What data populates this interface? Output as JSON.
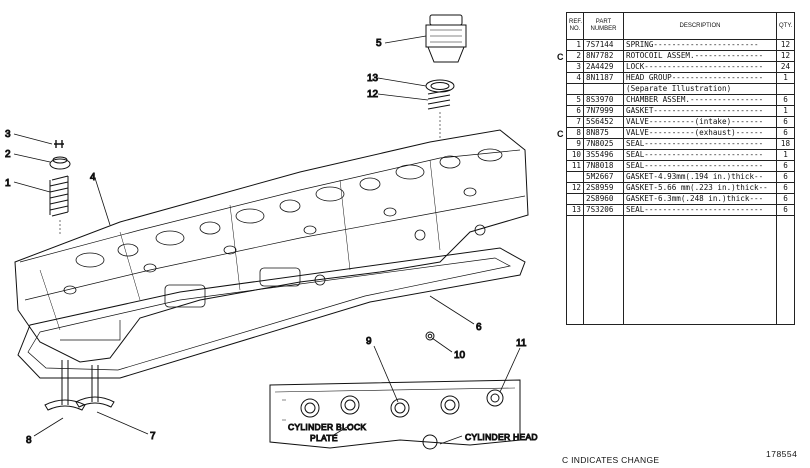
{
  "callouts": [
    "1",
    "2",
    "3",
    "4",
    "5",
    "6",
    "7",
    "8",
    "9",
    "10",
    "11",
    "12",
    "13"
  ],
  "captions": {
    "block_plate_line1": "CYLINDER BLOCK",
    "block_plate_line2": "PLATE",
    "cylinder_head": "CYLINDER HEAD"
  },
  "table": {
    "headers": {
      "ref_no_line1": "REF.",
      "ref_no_line2": "NO.",
      "part_line1": "PART",
      "part_line2": "NUMBER",
      "description": "DESCRIPTION",
      "qty": "QTY."
    },
    "rows": [
      {
        "ref": "1",
        "part": "7S7144",
        "desc": "SPRING-----------------------",
        "qty": "12"
      },
      {
        "ref": "2",
        "part": "8N7782",
        "desc": "ROTOCOIL ASSEM.---------------",
        "qty": "12"
      },
      {
        "ref": "3",
        "part": "2A4429",
        "desc": "LOCK--------------------------",
        "qty": "24"
      },
      {
        "ref": "4",
        "part": "8N1187",
        "desc": "HEAD GROUP--------------------",
        "qty": "1"
      },
      {
        "ref": "",
        "part": "",
        "desc": "   (Separate Illustration)",
        "qty": ""
      },
      {
        "ref": "5",
        "part": "8S3970",
        "desc": "CHAMBER ASSEM.----------------",
        "qty": "6"
      },
      {
        "ref": "6",
        "part": "7N7999",
        "desc": "GASKET------------------------",
        "qty": "1"
      },
      {
        "ref": "7",
        "part": "5S6452",
        "desc": "VALVE----------(intake)-------",
        "qty": "6"
      },
      {
        "ref": "8",
        "part": "8N875",
        "desc": "VALVE----------(exhaust)------",
        "qty": "6"
      },
      {
        "ref": "9",
        "part": "7N8025",
        "desc": "SEAL--------------------------",
        "qty": "18"
      },
      {
        "ref": "10",
        "part": "3S5496",
        "desc": "SEAL--------------------------",
        "qty": "1"
      },
      {
        "ref": "11",
        "part": "7N8018",
        "desc": "SEAL--------------------------",
        "qty": "6"
      },
      {
        "ref": "",
        "part": "5M2667",
        "desc": "GASKET-4.93mm(.194 in.)thick--",
        "qty": "6"
      },
      {
        "ref": "12",
        "part": "2S8959",
        "desc": "GASKET-5.66 mm(.223 in.)thick--",
        "qty": "6"
      },
      {
        "ref": "",
        "part": "2S8960",
        "desc": "GASKET-6.3mm(.248 in.)thick---",
        "qty": "6"
      },
      {
        "ref": "13",
        "part": "7S3206",
        "desc": "SEAL--------------------------",
        "qty": "6"
      }
    ]
  },
  "change_marks": [
    "C",
    "C"
  ],
  "change_note": "C INDICATES CHANGE",
  "figure_number": "178554"
}
